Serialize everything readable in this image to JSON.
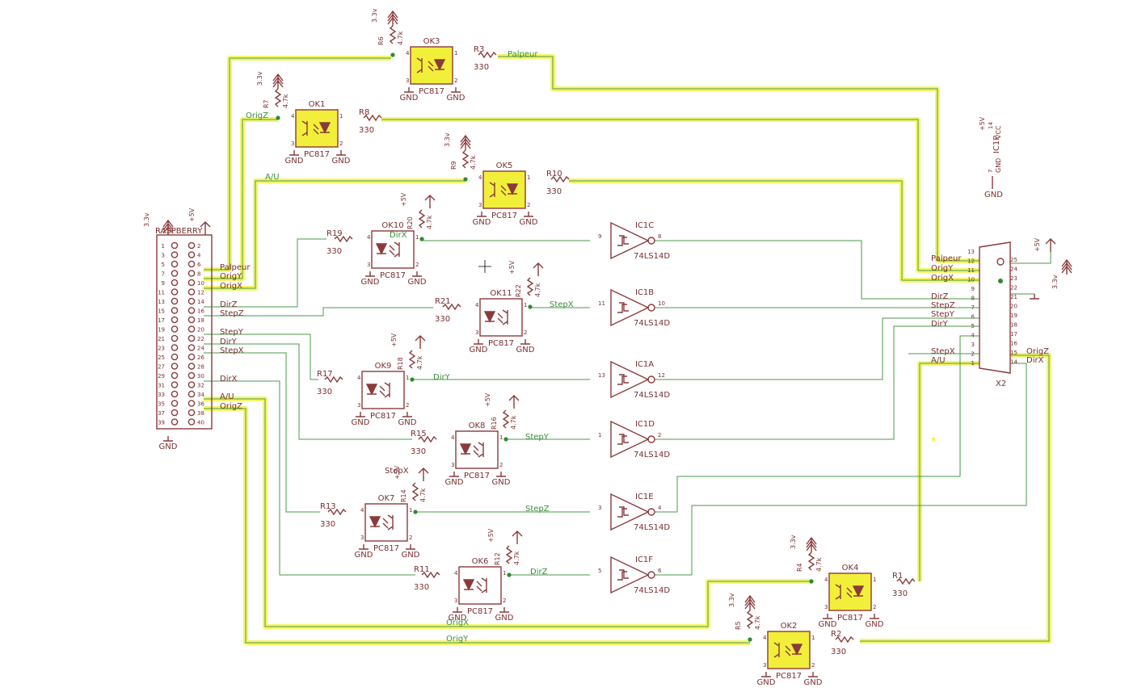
{
  "header": {
    "connector_label": "RASPBERRY",
    "connector2_label": "X2",
    "supply_label": "IC1P"
  },
  "rpi": {
    "left_pins": [
      "1",
      "3",
      "5",
      "7",
      "9",
      "11",
      "13",
      "15",
      "17",
      "19",
      "21",
      "23",
      "25",
      "27",
      "29",
      "31",
      "33",
      "35",
      "37",
      "39"
    ],
    "right_pins": [
      "2",
      "4",
      "6",
      "8",
      "10",
      "12",
      "14",
      "16",
      "18",
      "20",
      "22",
      "24",
      "26",
      "28",
      "30",
      "32",
      "34",
      "36",
      "38",
      "40"
    ],
    "signals": [
      "Palpeur",
      "OrigY",
      "OrigX",
      "DirZ",
      "StepZ",
      "StepY",
      "DirY",
      "StepX",
      "DirX",
      "A/U",
      "OrigZ"
    ],
    "power_left": "3.3v",
    "power_right": "+5V",
    "gnd": "GND"
  },
  "x2": {
    "left_pins": [
      "13",
      "12",
      "11",
      "10",
      "9",
      "8",
      "7",
      "6",
      "5",
      "4",
      "3",
      "2",
      "1"
    ],
    "right_pins": [
      "25",
      "24",
      "23",
      "22",
      "21",
      "20",
      "19",
      "18",
      "17",
      "16",
      "15",
      "14"
    ],
    "left_labels": [
      "Palpeur",
      "OrigY",
      "OrigX",
      "DirZ",
      "StepZ",
      "StepY",
      "DirY",
      "StepX",
      "A/U"
    ],
    "right_labels": [
      "OrigZ",
      "DirX"
    ],
    "power": "+5V",
    "power2": "3.3v"
  },
  "supply": {
    "vcc_label": "VCC",
    "gnd_label": "GND",
    "pin14": "14",
    "pin7": "7",
    "plus5": "+5V",
    "gnd": "GND"
  },
  "optos": [
    {
      "name": "OK3",
      "part": "PC817",
      "r_in": "R3",
      "r_in_val": "330",
      "r_pull": "R6",
      "r_pull_val": "4.7k",
      "supply": "3.3v",
      "net": "Palpeur",
      "gnd": "GND",
      "hl": true
    },
    {
      "name": "OK1",
      "part": "PC817",
      "r_in": "R8",
      "r_in_val": "330",
      "r_pull": "R7",
      "r_pull_val": "4.7k",
      "supply": "3.3v",
      "net": "OrigZ",
      "gnd": "GND",
      "hl": true
    },
    {
      "name": "OK5",
      "part": "PC817",
      "r_in": "R10",
      "r_in_val": "330",
      "r_pull": "R9",
      "r_pull_val": "4.7k",
      "supply": "3.3v",
      "net": "A/U",
      "gnd": "GND",
      "hl": true
    },
    {
      "name": "OK10",
      "part": "PC817",
      "r_in": "R19",
      "r_in_val": "330",
      "r_pull": "R20",
      "r_pull_val": "4.7k",
      "supply": "+5V",
      "net": "DirX",
      "gnd": "GND",
      "hl": false
    },
    {
      "name": "OK11",
      "part": "PC817",
      "r_in": "R21",
      "r_in_val": "330",
      "r_pull": "R22",
      "r_pull_val": "4.7k",
      "supply": "+5V",
      "net": "StepX",
      "gnd": "GND",
      "hl": false
    },
    {
      "name": "OK9",
      "part": "PC817",
      "r_in": "R17",
      "r_in_val": "330",
      "r_pull": "R18",
      "r_pull_val": "4.7k",
      "supply": "+5V",
      "net": "DirY",
      "gnd": "GND",
      "hl": false
    },
    {
      "name": "OK8",
      "part": "PC817",
      "r_in": "R15",
      "r_in_val": "330",
      "r_pull": "R16",
      "r_pull_val": "4.7k",
      "supply": "+5V",
      "net": "StepY",
      "gnd": "GND",
      "hl": false
    },
    {
      "name": "OK7",
      "part": "PC817",
      "r_in": "R13",
      "r_in_val": "330",
      "r_pull": "R14",
      "r_pull_val": "4.7k",
      "supply": "+5V",
      "net": "StepZ",
      "gnd": "GND",
      "hl": false
    },
    {
      "name": "OK6",
      "part": "PC817",
      "r_in": "R11",
      "r_in_val": "330",
      "r_pull": "R12",
      "r_pull_val": "4.7k",
      "supply": "+5V",
      "net": "DirZ",
      "gnd": "GND",
      "hl": false
    },
    {
      "name": "OK4",
      "part": "PC817",
      "r_in": "R1",
      "r_in_val": "330",
      "r_pull": "R4",
      "r_pull_val": "4.7k",
      "supply": "3.3v",
      "net": "OrigX",
      "gnd": "GND",
      "hl": true
    },
    {
      "name": "OK2",
      "part": "PC817",
      "r_in": "R2",
      "r_in_val": "330",
      "r_pull": "R5",
      "r_pull_val": "4.7k",
      "supply": "3.3v",
      "net": "OrigY",
      "gnd": "GND",
      "hl": true
    }
  ],
  "inverters": [
    {
      "name": "IC1C",
      "part": "74LS14D",
      "pin_in": "9",
      "pin_out": "8"
    },
    {
      "name": "IC1B",
      "part": "74LS14D",
      "pin_in": "11",
      "pin_out": "10"
    },
    {
      "name": "IC1A",
      "part": "74LS14D",
      "pin_in": "13",
      "pin_out": "12"
    },
    {
      "name": "IC1D",
      "part": "74LS14D",
      "pin_in": "1",
      "pin_out": "2"
    },
    {
      "name": "IC1E",
      "part": "74LS14D",
      "pin_in": "3",
      "pin_out": "4"
    },
    {
      "name": "IC1F",
      "part": "74LS14D",
      "pin_in": "5",
      "pin_out": "6"
    }
  ],
  "loose_labels": {
    "stepx_floating": "StepX",
    "origx_bottom": "OrigX",
    "origy_bottom": "OrigY"
  },
  "colors": {
    "symbol": "#8b3a3a",
    "wire": "#4a9a4a",
    "highlight": "#f4f45a",
    "opto_fill": "#f2ef3a"
  }
}
